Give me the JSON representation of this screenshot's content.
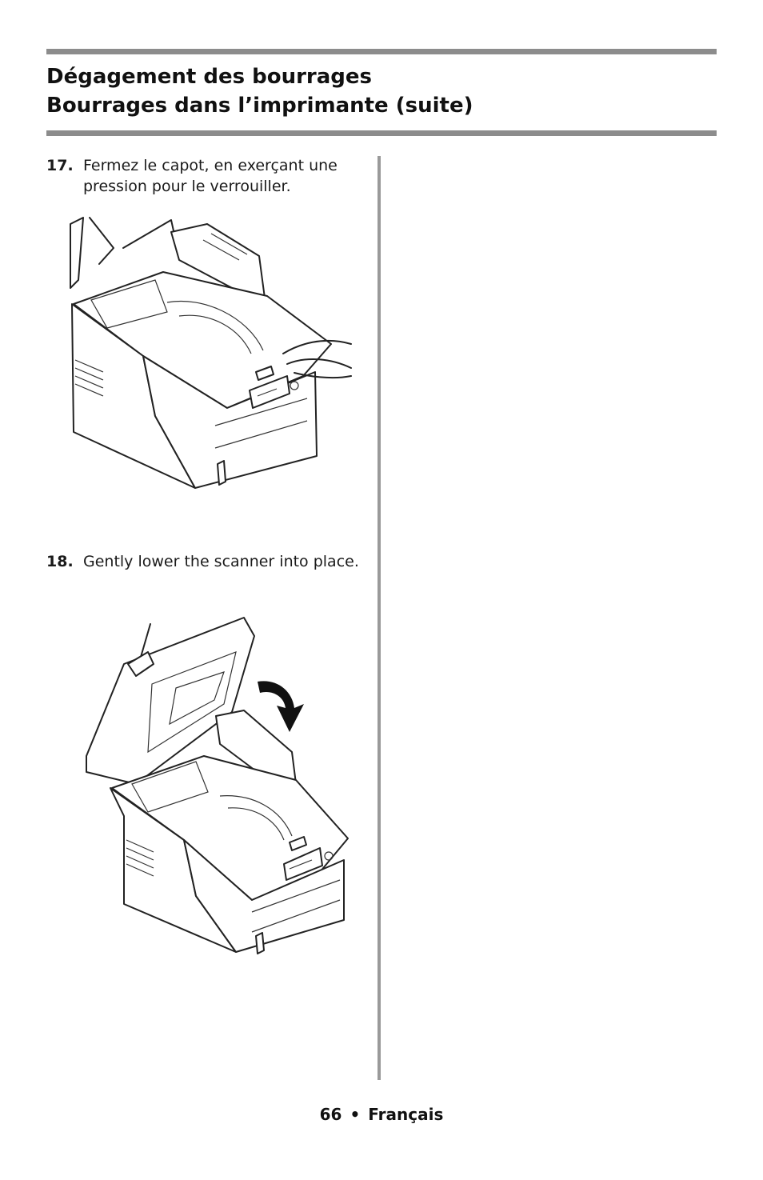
{
  "header": {
    "title_line1": "Dégagement des bourrages",
    "title_line2": "Bourrages dans l’imprimante  (suite)"
  },
  "steps": [
    {
      "number": "17.",
      "text": "Fermez le capot, en exerçant une pression pour le verrouiller."
    },
    {
      "number": "18.",
      "text": "Gently lower the scanner into place."
    }
  ],
  "footer": {
    "page_number": "66",
    "separator": "•",
    "language": "Français"
  },
  "figures": [
    {
      "icon": "printer-closing-cover-illustration"
    },
    {
      "icon": "scanner-lowering-illustration"
    }
  ]
}
